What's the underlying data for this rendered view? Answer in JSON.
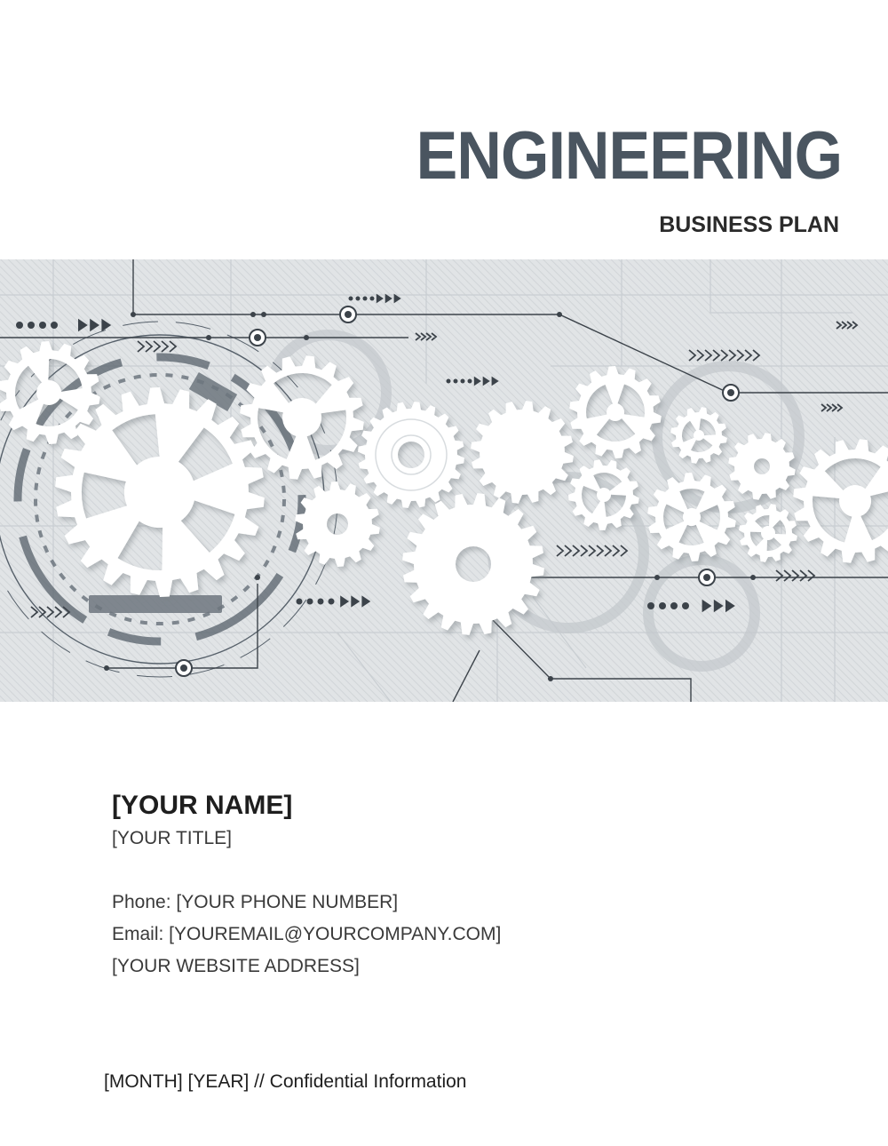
{
  "header": {
    "title": "ENGINEERING",
    "subtitle": "BUSINESS PLAN"
  },
  "contact": {
    "name": "[YOUR NAME]",
    "title": "[YOUR TITLE]",
    "phone": "Phone: [YOUR PHONE NUMBER]",
    "email": "Email: [YOUREMAIL@YOURCOMPANY.COM]",
    "website": "[YOUR WEBSITE ADDRESS]"
  },
  "footer": {
    "text": "[MONTH] [YEAR] // Confidential Information"
  },
  "colors": {
    "title": "#4a5560",
    "banner_bg": "#dfe3e5",
    "gear": "#ffffff",
    "circuit": "#3c434a"
  },
  "banner": {
    "icon": "gears-circuit-illustration"
  }
}
